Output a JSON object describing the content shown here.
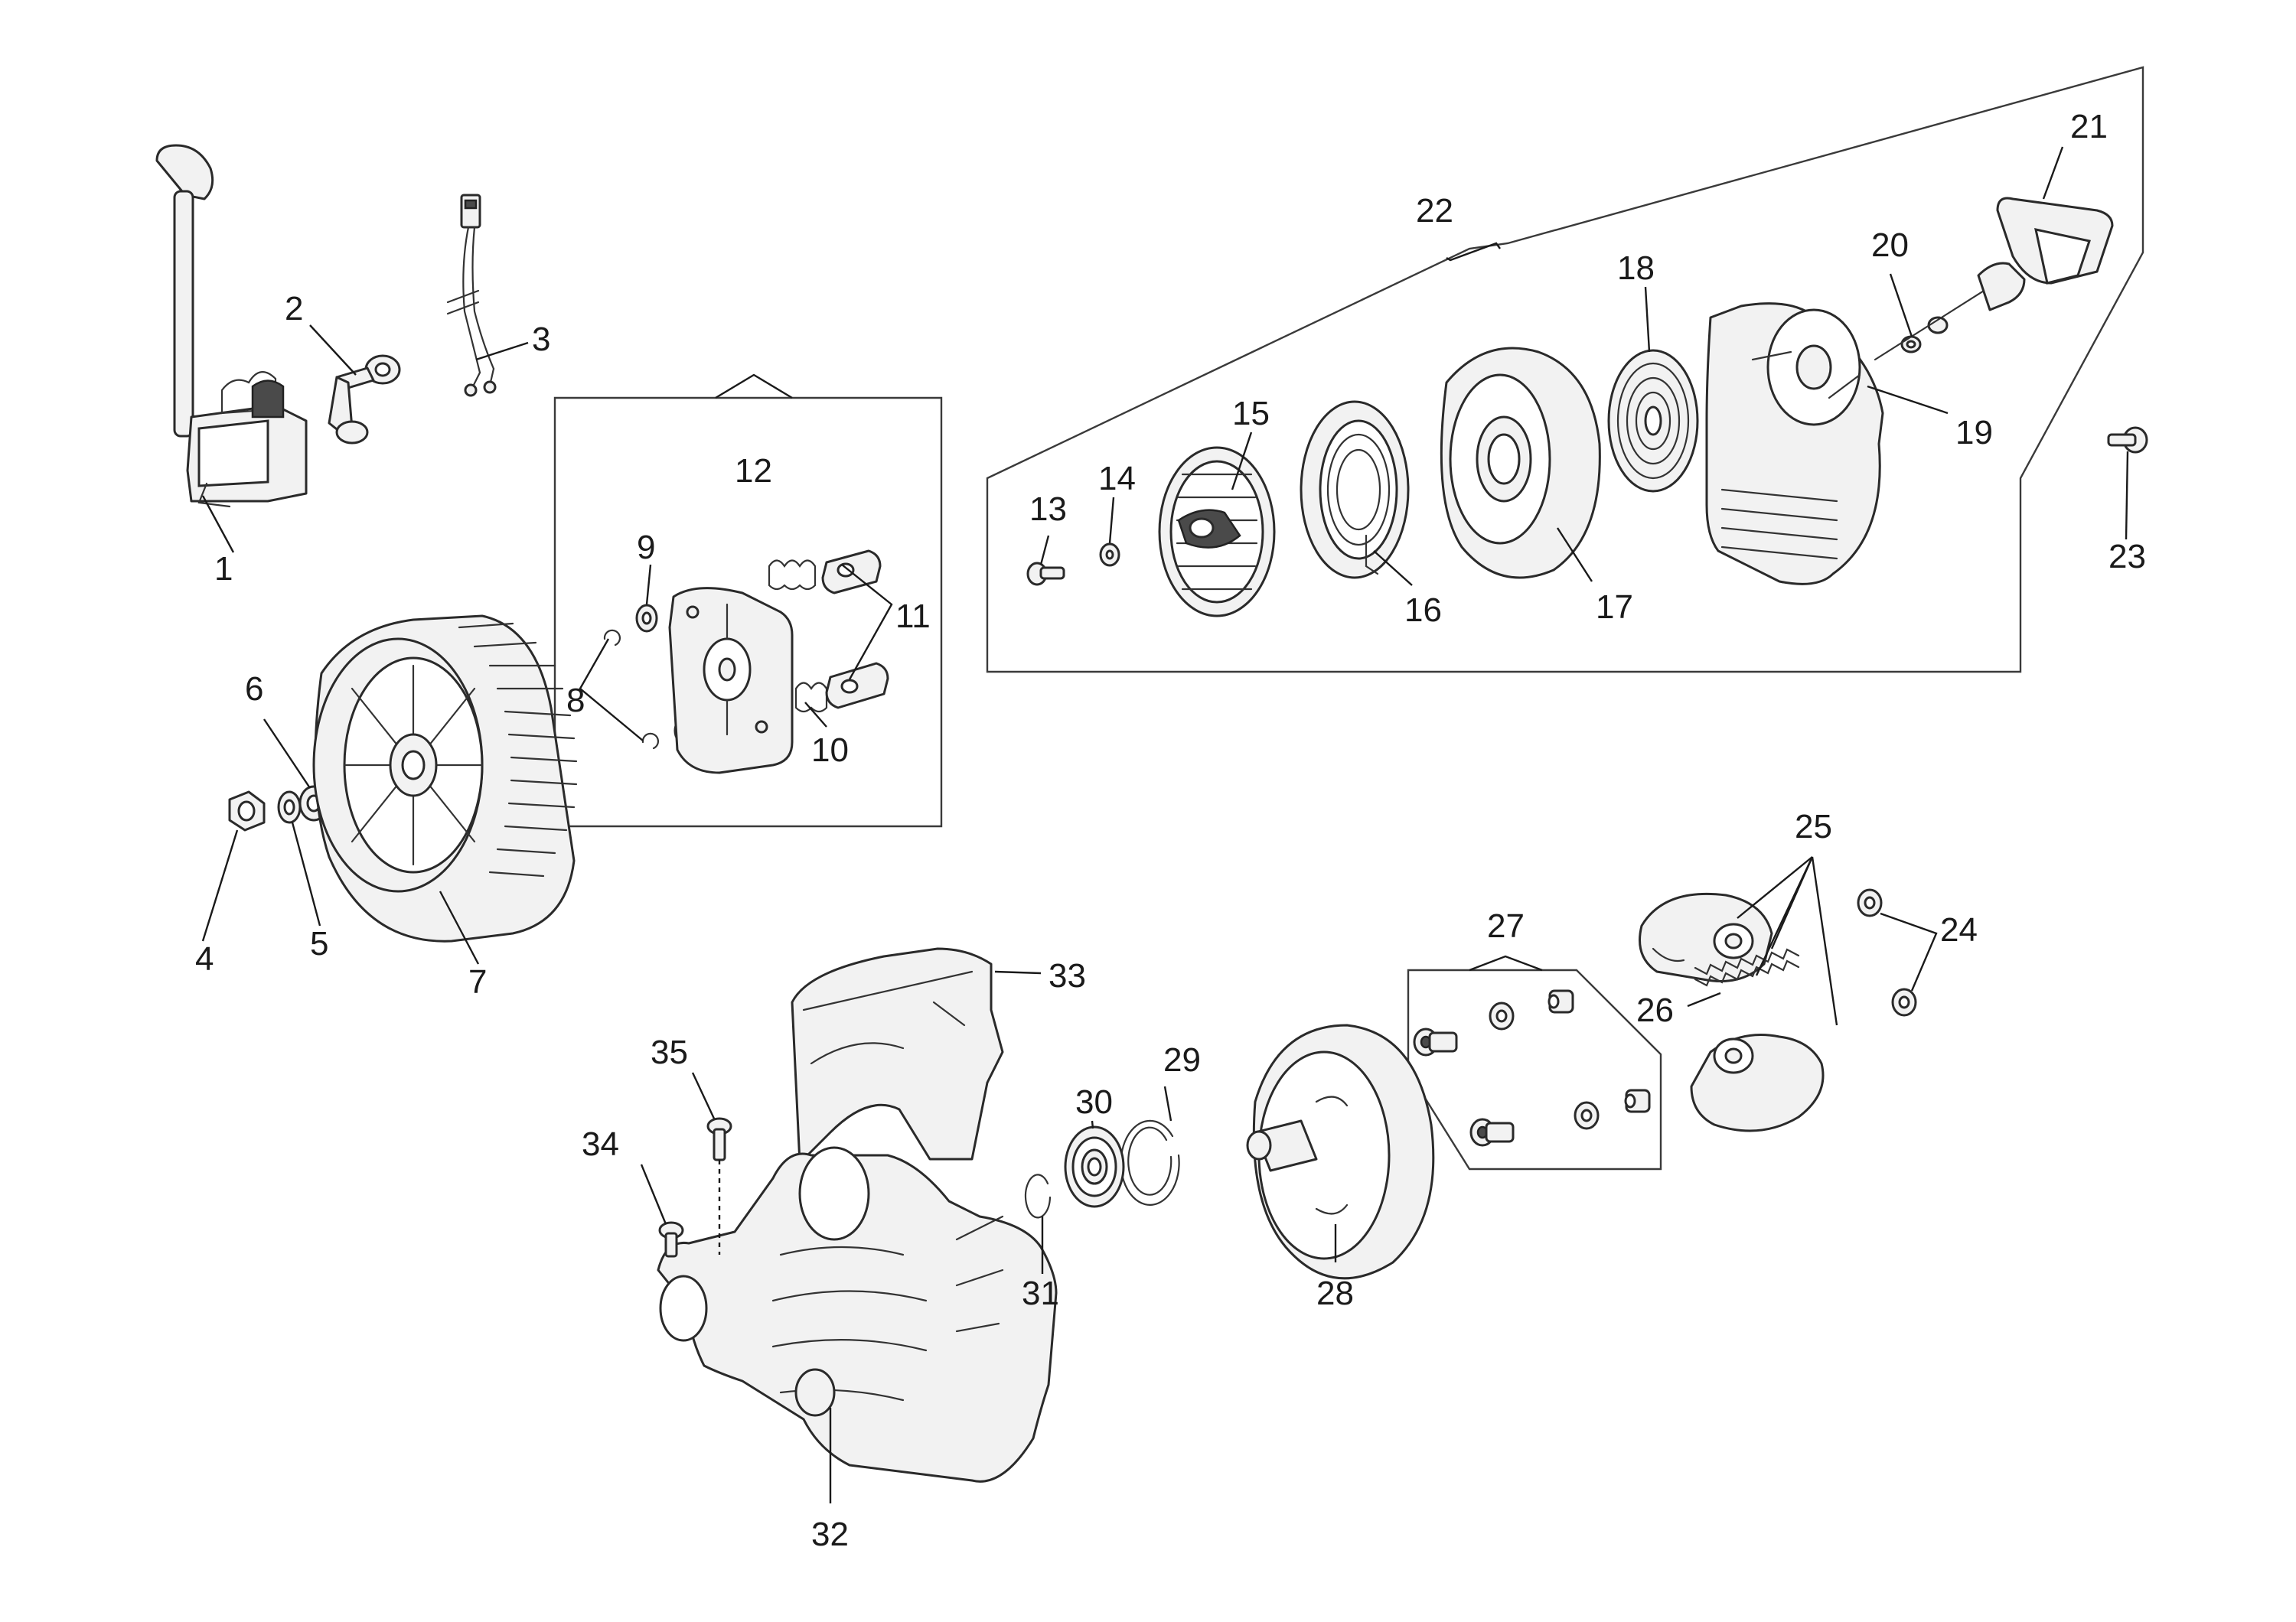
{
  "callouts": {
    "c1": "1",
    "c2": "2",
    "c3": "3",
    "c4": "4",
    "c5": "5",
    "c6": "6",
    "c7": "7",
    "c8": "8",
    "c9": "9",
    "c10": "10",
    "c11": "11",
    "c12": "12",
    "c13": "13",
    "c14": "14",
    "c15": "15",
    "c16": "16",
    "c17": "17",
    "c18": "18",
    "c19": "19",
    "c20": "20",
    "c21": "21",
    "c22": "22",
    "c23": "23",
    "c24": "24",
    "c25": "25",
    "c26": "26",
    "c27": "27",
    "c28": "28",
    "c29": "29",
    "c30": "30",
    "c31": "31",
    "c32": "32",
    "c33": "33",
    "c34": "34",
    "c35": "35"
  }
}
